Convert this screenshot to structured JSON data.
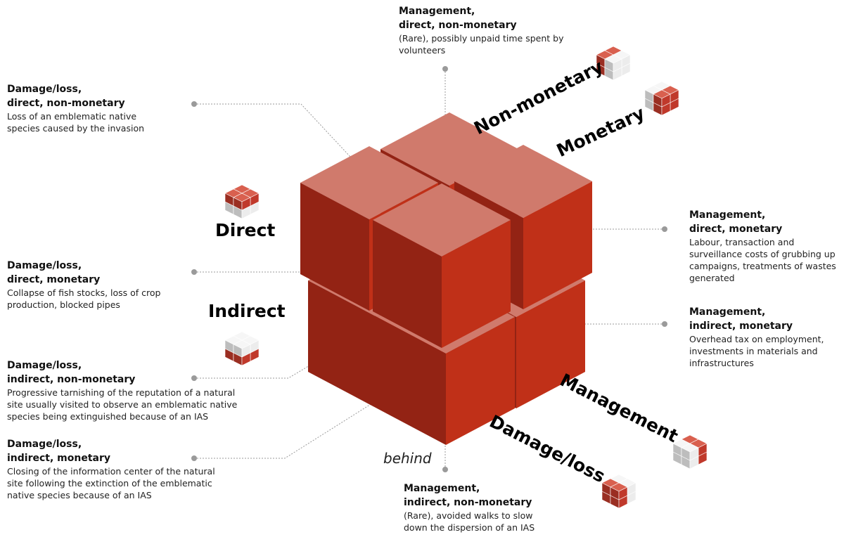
{
  "axes": {
    "non_monetary": "Non-monetary",
    "monetary": "Monetary",
    "direct": "Direct",
    "indirect": "Indirect",
    "management": "Management",
    "damage_loss": "Damage/loss",
    "behind": "behind"
  },
  "colors": {
    "top": "#d07a6c",
    "left": "#932314",
    "right": "#c03018",
    "mini_red": "#c0392b",
    "mini_white": "#ececec",
    "leader": "#9a9a9a"
  },
  "labels": [
    {
      "id": "mgmt-direct-nonmonetary",
      "l1": "Management,",
      "l2": "direct, non-monetary",
      "desc": "(Rare), possibly unpaid time spent by volunteers"
    },
    {
      "id": "dmg-direct-nonmonetary",
      "l1": "Damage/loss,",
      "l2": "direct, non-monetary",
      "desc": "Loss of an emblematic native species caused by the invasion"
    },
    {
      "id": "mgmt-direct-monetary",
      "l1": "Management,",
      "l2": "direct, monetary",
      "desc": "Labour, transaction and surveillance costs of grubbing up campaigns, treatments of wastes generated"
    },
    {
      "id": "dmg-direct-monetary",
      "l1": "Damage/loss,",
      "l2": "direct, monetary",
      "desc": "Collapse of fish stocks, loss of crop production, blocked pipes"
    },
    {
      "id": "mgmt-indirect-monetary",
      "l1": "Management,",
      "l2": "indirect, monetary",
      "desc": "Overhead tax on employment, investments in materials and infrastructures"
    },
    {
      "id": "dmg-indirect-nonmonetary",
      "l1": "Damage/loss,",
      "l2": "indirect, non-monetary",
      "desc": "Progressive tarnishing of the reputation of a natural site usually visited to observe an emblematic native species being extinguished because of an IAS"
    },
    {
      "id": "dmg-indirect-monetary",
      "l1": "Damage/loss,",
      "l2": "indirect, monetary",
      "desc": "Closing of the information center of the natural site following the extinction of the emblematic native species because of an IAS"
    },
    {
      "id": "mgmt-indirect-nonmonetary",
      "l1": "Management,",
      "l2": "indirect, non-monetary",
      "desc": "(Rare), avoided walks to slow down the dispersion of an IAS"
    }
  ]
}
